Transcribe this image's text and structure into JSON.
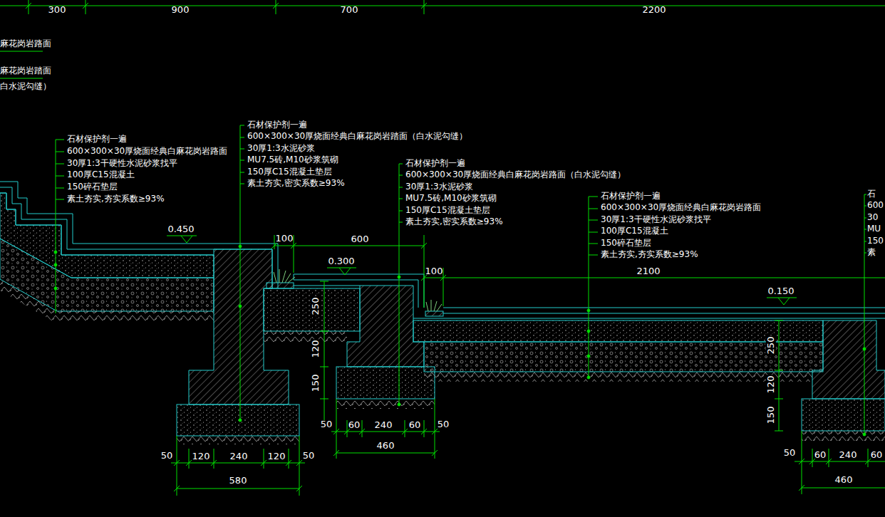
{
  "diagram": {
    "labels": [
      "300",
      "900",
      "700",
      "2200",
      "麻花岗岩路面",
      "麻花岗岩踏面",
      "白水泥勾缝）",
      "石材保护剂一遍",
      "600×300×30厚烧面经典白麻花岗岩路面",
      "30厚1:3干硬性水泥砂浆找平",
      "100厚C15混凝土",
      "150碎石垫层",
      "素土夯实,夯实系数≥93%",
      "石材保护剂一遍",
      "600×300×30厚烧面经典白麻花岗岩踏面（白水泥勾缝）",
      "30厚1:3水泥砂浆",
      "MU7.5砖,M10砂浆筑砌",
      "150厚C15混凝土垫层",
      "素土夯实,密实系数≥93%",
      "石材保护剂一遍",
      "600×300×30厚烧面经典白麻花岗岩路面（白水泥勾缝）",
      "30厚1:3水泥砂浆",
      "MU7.5砖,M10砂浆筑砌",
      "150厚C15混凝土垫层",
      "素土夯实,密实系数≥93%",
      "石材保护剂一遍",
      "600×300×30厚烧面经典白麻花岗岩路面",
      "30厚1:3干硬性水泥砂浆找平",
      "100厚C15混凝土",
      "150碎石垫层",
      "素土夯实,夯实系数≥93%",
      "石",
      "600",
      "30",
      "MU",
      "150",
      "素",
      "0.450",
      "0.300",
      "0.150",
      "100",
      "600",
      "100",
      "2100",
      "250",
      "120",
      "150",
      "250",
      "120",
      "150",
      "50",
      "120",
      "240",
      "120",
      "50",
      "580",
      "50",
      "60",
      "240",
      "60",
      "50",
      "460",
      "50",
      "60",
      "240",
      "60",
      "460"
    ]
  }
}
